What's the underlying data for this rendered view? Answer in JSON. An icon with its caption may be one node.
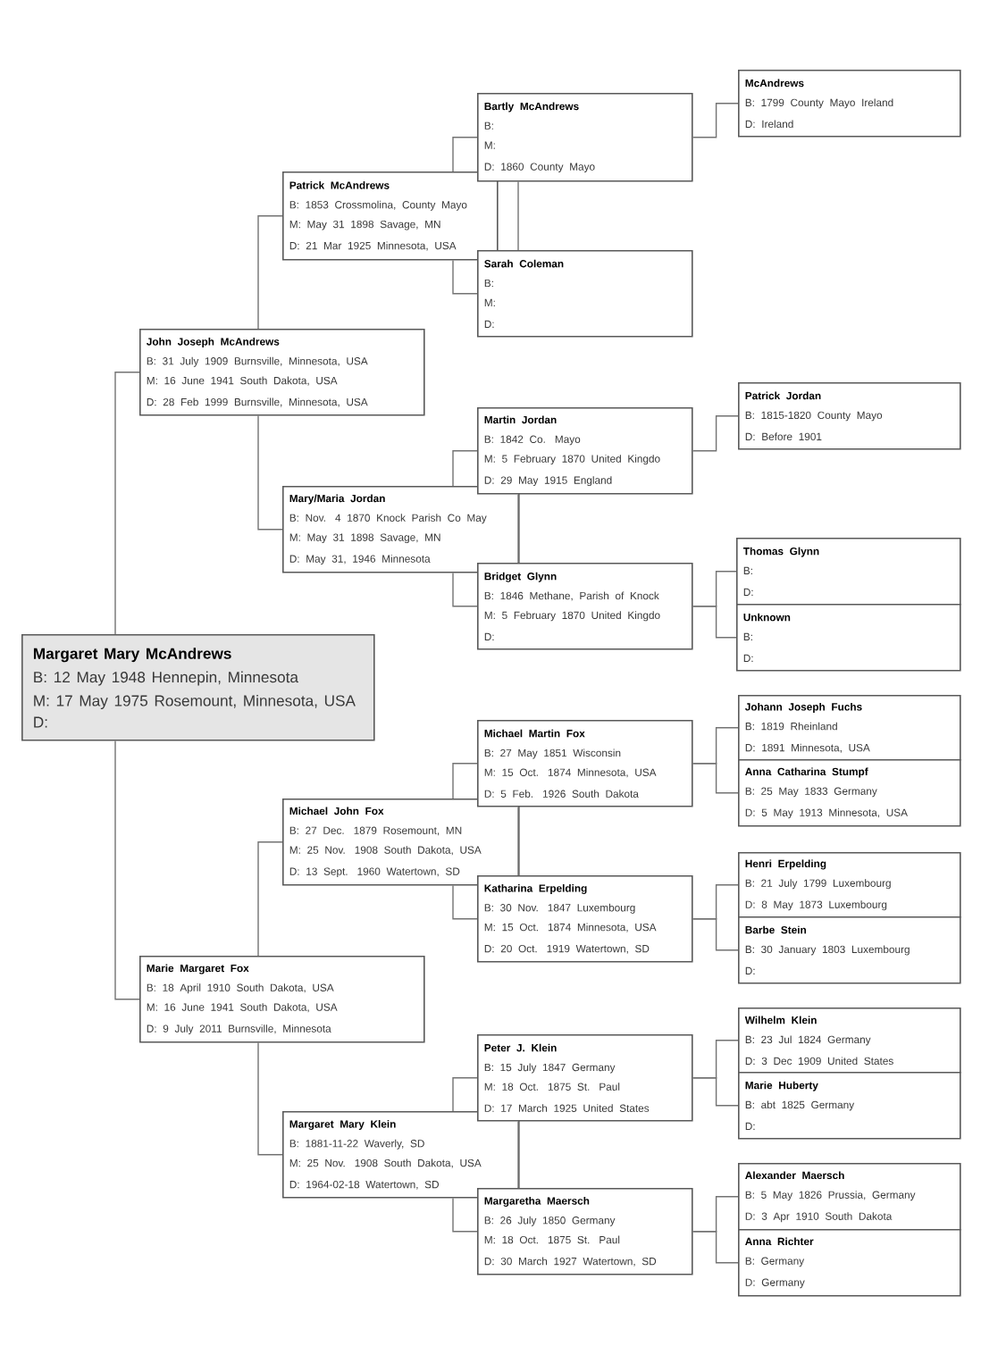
{
  "diagram": {
    "nodes": [
      {
        "text": [
          "Margaret Mary McAndrews",
          "B: 12 May 1948 Hennepin, Minnesota",
          "M: 17 May 1975 Rosemount, Minnesota, USA",
          "D:"
        ]
      },
      {
        "text": [
          "John Joseph McAndrews",
          "B: 31 July 1909 Burnsville, Minnesota, USA",
          "M: 16 June 1941 South Dakota, USA",
          "D: 28 Feb 1999 Burnsville, Minnesota, USA"
        ]
      },
      {
        "text": [
          "Patrick McAndrews",
          "B: 1853 Crossmolina, County Mayo",
          "M: May 31 1898 Savage, MN",
          "D: 21 Mar 1925 Minnesota, USA"
        ]
      },
      {
        "text": [
          "Bartly McAndrews",
          "B:",
          "M:",
          "D: 1860 County Mayo"
        ]
      },
      {
        "text": [
          "McAndrews",
          "B: 1799 County Mayo Ireland",
          "D: Ireland"
        ]
      },
      {
        "text": [
          "Sarah Coleman",
          "B:",
          "M:",
          "D:"
        ]
      },
      {
        "text": [
          "Mary/Maria Jordan",
          "B: Nov. 4 1870 Knock Parish Co May",
          "M: May 31 1898 Savage, MN",
          "D: May 31, 1946 Minnesota"
        ]
      },
      {
        "text": [
          "Martin Jordan",
          "B: 1842 Co. Mayo",
          "M: 5 February 1870 United Kingdo",
          "D: 29 May 1915 England"
        ]
      },
      {
        "text": [
          "Patrick Jordan",
          "B: 1815-1820 County Mayo",
          "D: Before 1901"
        ]
      },
      {
        "text": [
          "Bridget Glynn",
          "B: 1846 Methane, Parish of Knock",
          "M: 5 February 1870 United Kingdo",
          "D:"
        ]
      },
      {
        "text": [
          "Thomas Glynn",
          "B:",
          "D:"
        ]
      },
      {
        "text": [
          "Unknown",
          "B:",
          "D:"
        ]
      },
      {
        "text": [
          "Marie Margaret Fox",
          "B: 18 April 1910 South Dakota, USA",
          "M: 16 June 1941 South Dakota, USA",
          "D: 9 July 2011 Burnsville, Minnesota"
        ]
      },
      {
        "text": [
          "Michael John Fox",
          "B: 27 Dec. 1879 Rosemount, MN",
          "M: 25 Nov. 1908 South Dakota, USA",
          "D: 13 Sept. 1960 Watertown, SD"
        ]
      },
      {
        "text": [
          "Michael Martin Fox",
          "B: 27 May 1851 Wisconsin",
          "M: 15 Oct. 1874 Minnesota, USA",
          "D: 5 Feb. 1926 South Dakota"
        ]
      },
      {
        "text": [
          "Johann Joseph Fuchs",
          "B: 1819 Rheinland",
          "D: 1891 Minnesota, USA"
        ]
      },
      {
        "text": [
          "Anna Catharina Stumpf",
          "B: 25 May 1833 Germany",
          "D: 5 May 1913 Minnesota, USA"
        ]
      },
      {
        "text": [
          "Katharina Erpelding",
          "B: 30 Nov. 1847 Luxembourg",
          "M: 15 Oct. 1874 Minnesota, USA",
          "D: 20 Oct. 1919 Watertown, SD"
        ]
      },
      {
        "text": [
          "Henri Erpelding",
          "B: 21 July 1799 Luxembourg",
          "D: 8 May 1873 Luxembourg"
        ]
      },
      {
        "text": [
          "Barbe Stein",
          "B: 30 January 1803 Luxembourg",
          "D:"
        ]
      },
      {
        "text": [
          "Margaret Mary Klein",
          "B: 1881-11-22 Waverly, SD",
          "M: 25 Nov. 1908 South Dakota, USA",
          "D: 1964-02-18 Watertown, SD"
        ]
      },
      {
        "text": [
          "Peter J. Klein",
          "B: 15 July 1847 Germany",
          "M: 18 Oct. 1875 St. Paul",
          "D: 17 March 1925 United States"
        ]
      },
      {
        "text": [
          "Wilhelm Klein",
          "B: 23 Jul 1824 Germany",
          "D: 3 Dec 1909 United States"
        ]
      },
      {
        "text": [
          "Marie Huberty",
          "B: abt 1825 Germany",
          "D:"
        ]
      },
      {
        "text": [
          "Margaretha Maersch",
          "B: 26 July 1850 Germany",
          "M: 18 Oct. 1875 St. Paul",
          "D: 30 March 1927 Watertown, SD"
        ]
      },
      {
        "text": [
          "Alexander Maersch",
          "B: 5 May 1826 Prussia, Germany",
          "D: 3 Apr 1910 South Dakota"
        ]
      },
      {
        "text": [
          "Anna Richter",
          "B: Germany",
          "D: Germany"
        ]
      }
    ],
    "edges": [
      {
        "from": 0,
        "to": 1,
        "arrow": "none"
      },
      {
        "from": 0,
        "to": 12,
        "arrow": "none"
      },
      {
        "from": 1,
        "to": 2,
        "arrow": "none"
      },
      {
        "from": 1,
        "to": 6,
        "arrow": "none"
      },
      {
        "from": 2,
        "to": 3,
        "arrow": "none"
      },
      {
        "from": 2,
        "to": 5,
        "arrow": "none"
      },
      {
        "from": 3,
        "to": 4,
        "arrow": "none"
      },
      {
        "from": 3,
        "to": 5,
        "arrow": "none"
      },
      {
        "from": 6,
        "to": 7,
        "arrow": "none"
      },
      {
        "from": 6,
        "to": 9,
        "arrow": "none"
      },
      {
        "from": 7,
        "to": 8,
        "arrow": "none"
      },
      {
        "from": 7,
        "to": 9,
        "arrow": "none"
      },
      {
        "from": 9,
        "to": 10,
        "arrow": "none"
      },
      {
        "from": 9,
        "to": 11,
        "arrow": "none"
      },
      {
        "from": 12,
        "to": 13,
        "arrow": "none"
      },
      {
        "from": 12,
        "to": 20,
        "arrow": "none"
      },
      {
        "from": 13,
        "to": 14,
        "arrow": "none"
      },
      {
        "from": 13,
        "to": 17,
        "arrow": "none"
      },
      {
        "from": 14,
        "to": 15,
        "arrow": "none"
      },
      {
        "from": 14,
        "to": 16,
        "arrow": "none"
      },
      {
        "from": 14,
        "to": 17,
        "arrow": "none"
      },
      {
        "from": 17,
        "to": 18,
        "arrow": "none"
      },
      {
        "from": 17,
        "to": 19,
        "arrow": "none"
      },
      {
        "from": 20,
        "to": 21,
        "arrow": "none"
      },
      {
        "from": 20,
        "to": 24,
        "arrow": "none"
      },
      {
        "from": 21,
        "to": 22,
        "arrow": "none"
      },
      {
        "from": 21,
        "to": 23,
        "arrow": "none"
      },
      {
        "from": 21,
        "to": 24,
        "arrow": "none"
      },
      {
        "from": 24,
        "to": 25,
        "arrow": "none"
      },
      {
        "from": 24,
        "to": 26,
        "arrow": "none"
      }
    ]
  }
}
